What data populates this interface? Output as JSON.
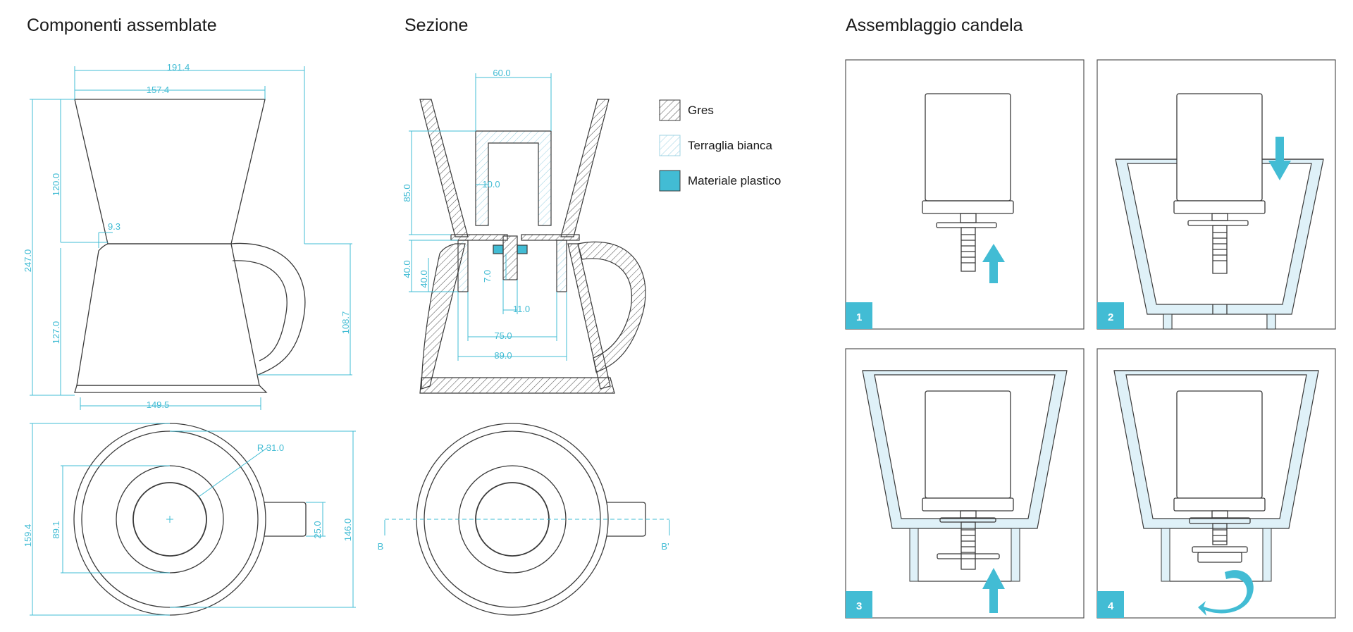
{
  "headings": {
    "assembled": "Componenti assemblate",
    "section": "Sezione",
    "candle": "Assemblaggio candela"
  },
  "dims": {
    "d191": "191.4",
    "d157": "157.4",
    "d120": "120.0",
    "d247": "247.0",
    "d9": "9.3",
    "d127": "127.0",
    "d108": "108.7",
    "d149": "149.5",
    "r31": "R 31.0",
    "d159": "159.4",
    "d89a": "89.1",
    "d25": "25.0",
    "d146": "146.0",
    "s60": "60.0",
    "s85": "85.0",
    "s10": "10.0",
    "s40a": "40.0",
    "s40b": "40.0",
    "s7": "7.0",
    "s11": "11.0",
    "s75": "75.0",
    "s89": "89.0",
    "b": "B",
    "bprime": "B'"
  },
  "legend": [
    {
      "label": "Gres",
      "pattern": "hatch-dark"
    },
    {
      "label": "Terraglia bianca",
      "pattern": "hatch-light"
    },
    {
      "label": "Materiale plastico",
      "pattern": "solid",
      "color": "#42bcd4"
    }
  ],
  "steps": [
    "1",
    "2",
    "3",
    "4"
  ],
  "colors": {
    "accent": "#42bcd4",
    "line": "#3a3a3a",
    "ceramic": "#dff1f8"
  }
}
